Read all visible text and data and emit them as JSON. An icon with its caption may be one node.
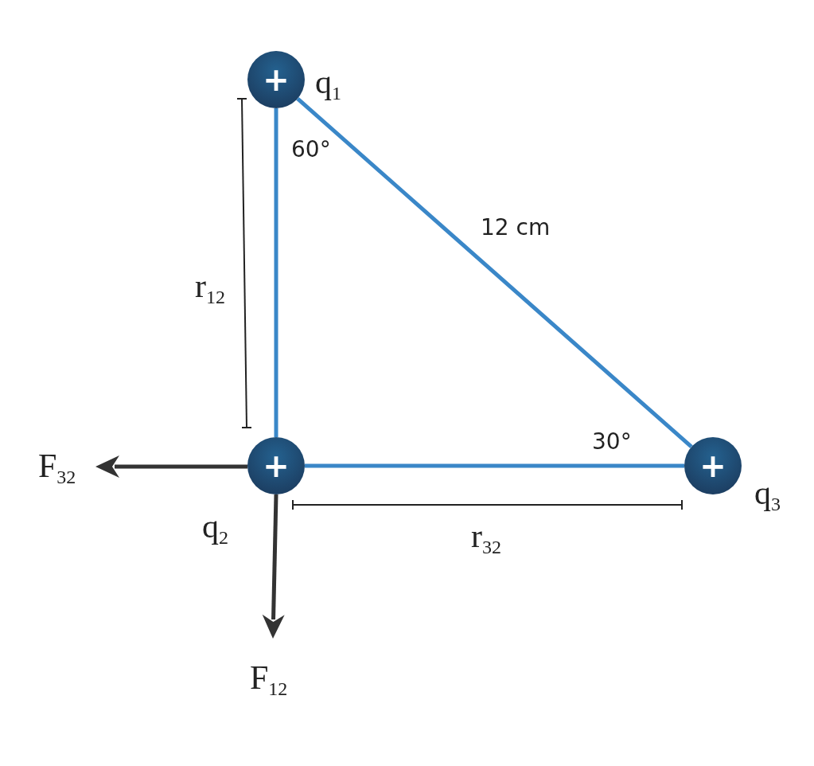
{
  "diagram": {
    "nodes": [
      {
        "text": [
          "+"
        ],
        "beside": [
          "q$_{1}$"
        ]
      },
      {
        "text": [
          "+"
        ],
        "beside": [
          "q$_{2}$"
        ]
      },
      {
        "text": [
          "+"
        ],
        "beside": [
          "q$_{3}$"
        ]
      }
    ],
    "edges": [
      {
        "from": 0,
        "to": 1,
        "arrow": "none"
      },
      {
        "from": 1,
        "to": 2,
        "arrow": "none"
      },
      {
        "from": 0,
        "to": 2,
        "arrow": "none",
        "label": "12 cm"
      }
    ],
    "labels": [
      "60°",
      "r$_{12}$",
      "30°",
      "F$_{32}$",
      "r$_{32}$",
      "F$_{12}$"
    ]
  }
}
